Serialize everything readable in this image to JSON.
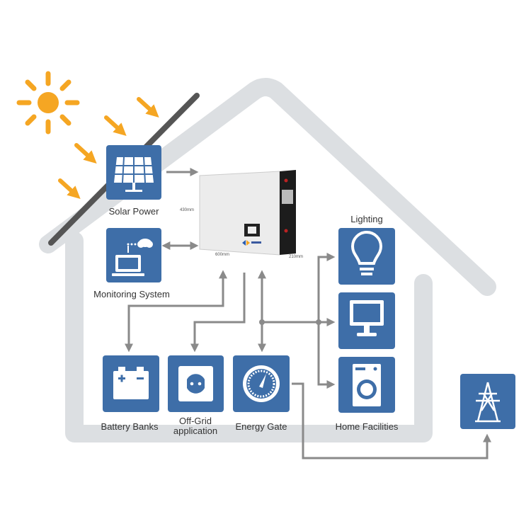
{
  "colors": {
    "icon_box": "#3e6ea8",
    "sun": "#f5a623",
    "house_outline": "#dcdfe2",
    "connector": "#8a8a8a",
    "roof_panel_line": "#555555"
  },
  "nodes": {
    "solar": {
      "label": "Solar Power",
      "icon": "solar-panel-icon"
    },
    "monitoring": {
      "label": "Monitoring System",
      "icon": "computer-monitoring-icon"
    },
    "lighting": {
      "label": "Lighting",
      "icon": "light-bulb-icon"
    },
    "tv": {
      "label": "",
      "icon": "monitor-icon"
    },
    "home": {
      "label": "Home Facilities",
      "icon": "washing-machine-icon"
    },
    "battery": {
      "label": "Battery Banks",
      "icon": "battery-icon"
    },
    "offgrid": {
      "label_line1": "Off-Grid",
      "label_line2": "application",
      "icon": "power-socket-icon"
    },
    "gate": {
      "label": "Energy Gate",
      "icon": "gauge-icon"
    },
    "grid": {
      "label": "",
      "icon": "power-tower-icon"
    }
  },
  "product": {
    "height": "430mm",
    "width": "600mm",
    "depth": "210mm"
  }
}
